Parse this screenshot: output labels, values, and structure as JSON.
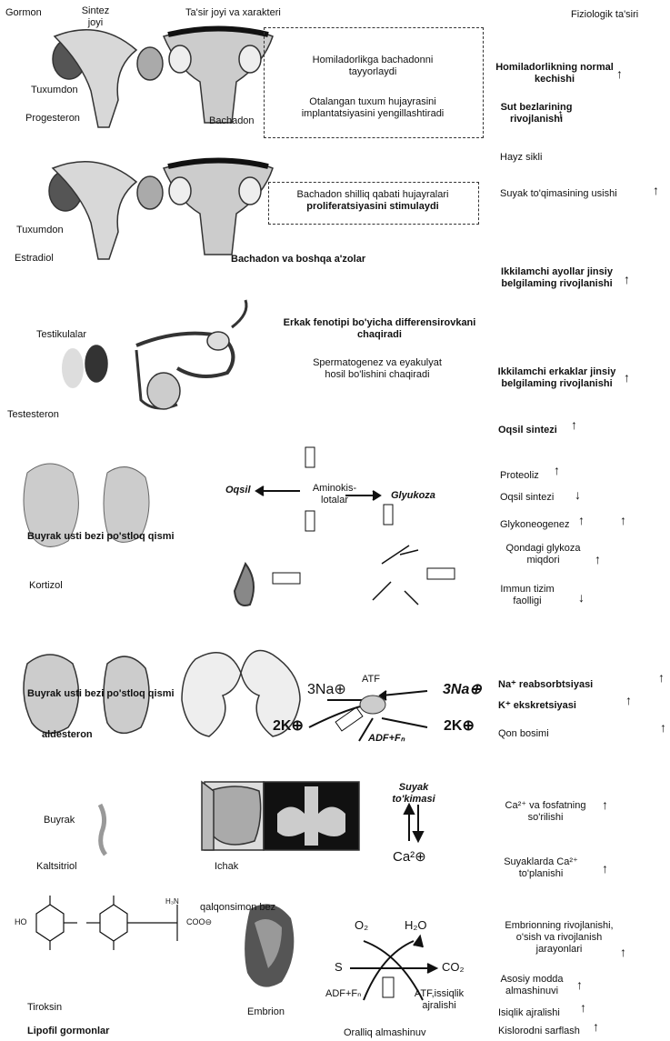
{
  "header": {
    "gormon": "Gormon",
    "sintez_joyi_1": "Sintez",
    "sintez_joyi_2": "joyi",
    "tasir_joyi": "Ta'sir joyi va xarakteri",
    "fiziologik": "Fiziologik ta'siri"
  },
  "progesteron": {
    "organ": "Tuxumdon",
    "name": "Progesteron",
    "target": "Bachadon",
    "action1_a": "Homiladorlikga bachadonni",
    "action1_b": "tayyorlaydi",
    "action2_a": "Otalangan tuxum hujayrasini",
    "action2_b": "implantatsiyasini yengillashtiradi",
    "eff1_a": "Homiladorlikning normal",
    "eff1_b": "kechishi",
    "eff2_a": "Sut bezlarining",
    "eff2_b": "rivojlanishi",
    "eff3": "Hayz sikli"
  },
  "estradiol": {
    "organ": "Tuxumdon",
    "name": "Estradiol",
    "target": "Bachadon va boshqa a'zolar",
    "action_a": "Bachadon shilliq qabati hujayralari",
    "action_b": "proliferatsiyasini stimulaydi",
    "eff1": "Suyak to'qimasining usishi",
    "eff2_a": "Ikkilamchi ayollar jinsiy",
    "eff2_b": "belgilaming rivojlanishi"
  },
  "testosteron": {
    "organ": "Testikulalar",
    "name": "Testesteron",
    "action1_a": "Erkak fenotipi bo'yicha differensirovkani",
    "action1_b": "chaqiradi",
    "action2_a": "Spermatogenez va eyakulyat",
    "action2_b": "hosil bo'lishini chaqiradi",
    "eff1_a": "Ikkilamchi erkaklar jinsiy",
    "eff1_b": "belgilaming rivojlanishi",
    "eff2": "Oqsil sintezi"
  },
  "kortizol": {
    "organ": "Buyrak usti bezi po'stloq qismi",
    "name": "Kortizol",
    "oqsil": "Oqsil",
    "aminokislotalar_a": "Aminokis-",
    "aminokislotalar_b": "lotalar",
    "glyukoza": "Glyukoza",
    "eff1": "Proteoliz",
    "eff2": "Oqsil sintezi",
    "eff3": "Glykoneogenez",
    "eff4_a": "Qondagi glykoza",
    "eff4_b": "miqdori",
    "eff5_a": "Immun tizim",
    "eff5_b": "faolligi"
  },
  "aldosteron": {
    "organ": "Buyrak usti bezi po'stloq qismi",
    "name": "aldesteron",
    "atf": "ATF",
    "na_left": "3Na⊕",
    "na_right": "3Na⊕",
    "k_left": "2K⊕",
    "k_right": "2K⊕",
    "adf": "ADF+Fₙ",
    "eff1": "Na⁺ reabsorbtsiyasi",
    "eff2": "K⁺ ekskretsiyasi",
    "eff3": "Qon bosimi"
  },
  "kaltsitriol": {
    "organ": "Buyrak",
    "name": "Kaltsitriol",
    "target": "Ichak",
    "suyak_a": "Suyak",
    "suyak_b": "to'kimasi",
    "ca": "Ca²⊕",
    "eff1_a": "Ca²⁺ va fosfatning",
    "eff1_b": "so'rilishi",
    "eff2_a": "Suyaklarda Ca²⁺",
    "eff2_b": "to'planishi"
  },
  "tiroksin": {
    "organ": "qalqonsimon bez",
    "name": "Tiroksin",
    "embrion": "Embrion",
    "footer_left": "Lipofil gormonlar",
    "footer_mid": "Oralliq almashinuv",
    "o2": "O₂",
    "h2o": "H₂O",
    "s": "S",
    "co2": "CO₂",
    "adf": "ADF+Fₙ",
    "atf_a": "ATF,issiqlik",
    "atf_b": "ajralishi",
    "ho": "HO",
    "coo": "COO⊖",
    "nh3": "H₃N",
    "eff1_a": "Embrionning rivojlanishi,",
    "eff1_b": "o'sish va rivojlanish",
    "eff1_c": "jarayonlari",
    "eff2_a": "Asosiy modda",
    "eff2_b": "almashinuvi",
    "eff3": "Isiqlik ajralishi",
    "eff4": "Kislorodni sarflash"
  },
  "arrows": {
    "up": "↑",
    "down": "↓"
  }
}
